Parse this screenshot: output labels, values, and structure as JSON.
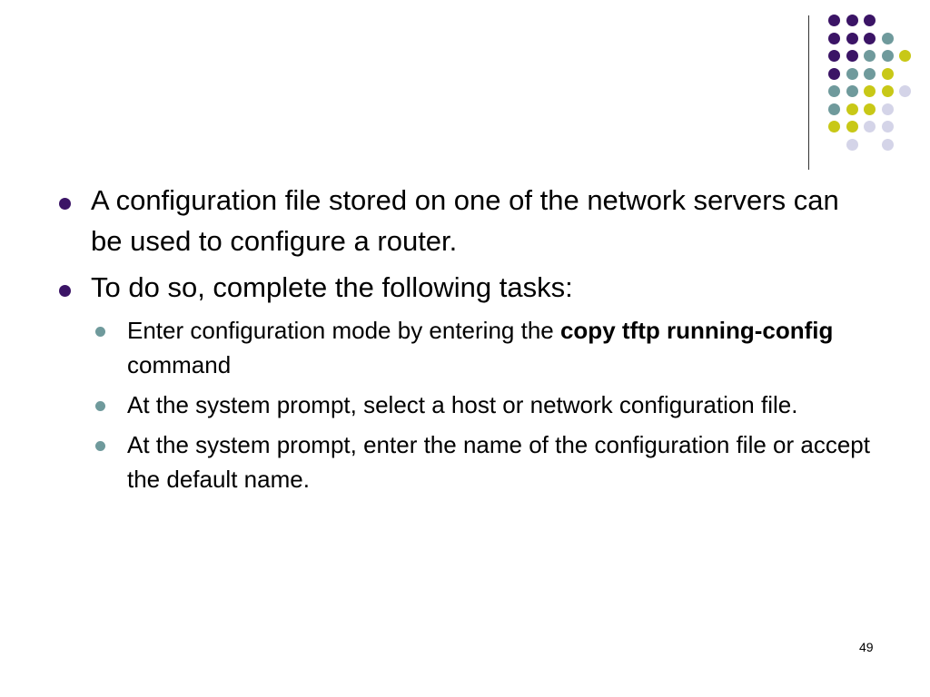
{
  "slide": {
    "bullets": [
      {
        "text": "A configuration file stored on one of the network servers can be used to configure a router."
      },
      {
        "text": "To do so, complete the following tasks:",
        "sub_bullets": [
          {
            "before": "Enter configuration mode by entering the ",
            "bold": "copy tftp running-config",
            "after": " command"
          },
          {
            "text": "At the system prompt, select a host or network configuration file."
          },
          {
            "text": "At the system prompt, enter the name of the configuration file or accept the default name."
          }
        ]
      }
    ],
    "page_number": "49"
  },
  "colors": {
    "bullet_main": "#3b1466",
    "bullet_sub": "#6f9a9c",
    "dot_palette": {
      "purple": "#3b1466",
      "teal": "#6f9a9c",
      "yellow": "#c8c817",
      "lavender": "#d4d4e8"
    }
  },
  "decoration": {
    "dot_grid_rows": [
      [
        "purple",
        "purple",
        "purple",
        null,
        null
      ],
      [
        "purple",
        "purple",
        "purple",
        "teal",
        null
      ],
      [
        "purple",
        "purple",
        "teal",
        "teal",
        "yellow"
      ],
      [
        "purple",
        "teal",
        "teal",
        "yellow",
        null
      ],
      [
        "teal",
        "teal",
        "yellow",
        "yellow",
        "lavender"
      ],
      [
        "teal",
        "yellow",
        "yellow",
        "lavender",
        null
      ],
      [
        "yellow",
        "yellow",
        "lavender",
        "lavender",
        null
      ],
      [
        null,
        "lavender",
        null,
        "lavender",
        null
      ]
    ]
  }
}
